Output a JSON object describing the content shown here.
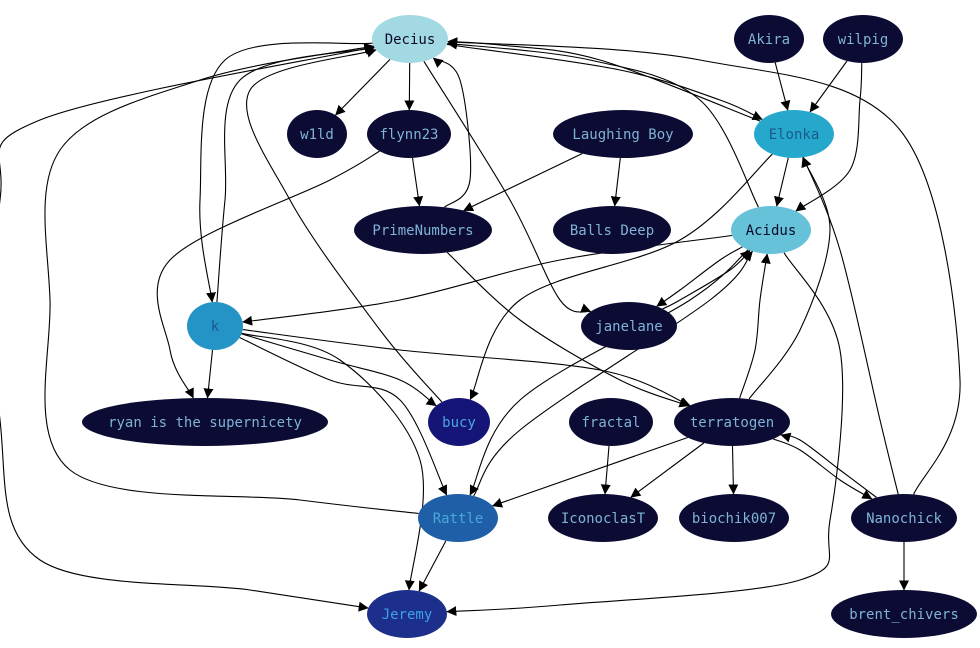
{
  "graph": {
    "nodes": [
      {
        "id": "decius",
        "label": "Decius",
        "fill": "#a3d9e3",
        "text_color": "#0a0a2a"
      },
      {
        "id": "akira",
        "label": "Akira",
        "fill": "#0b0b33",
        "text_color": "#7fb3d5"
      },
      {
        "id": "wilpig",
        "label": "wilpig",
        "fill": "#0b0b33",
        "text_color": "#7fb3d5"
      },
      {
        "id": "elonka",
        "label": "Elonka",
        "fill": "#26a8cc",
        "text_color": "#1a5a8a"
      },
      {
        "id": "w1ld",
        "label": "w1ld",
        "fill": "#0b0b33",
        "text_color": "#7fb3d5"
      },
      {
        "id": "flynn23",
        "label": "flynn23",
        "fill": "#0b0b33",
        "text_color": "#7fb3d5"
      },
      {
        "id": "laughing_boy",
        "label": "Laughing Boy",
        "fill": "#0b0b33",
        "text_color": "#7fb3d5"
      },
      {
        "id": "primenumbers",
        "label": "PrimeNumbers",
        "fill": "#0b0b33",
        "text_color": "#7fb3d5"
      },
      {
        "id": "balls_deep",
        "label": "Balls Deep",
        "fill": "#0b0b33",
        "text_color": "#7fb3d5"
      },
      {
        "id": "acidus",
        "label": "Acidus",
        "fill": "#66c2d9",
        "text_color": "#0a0a2a"
      },
      {
        "id": "k",
        "label": "k",
        "fill": "#2394c5",
        "text_color": "#1a5a8a"
      },
      {
        "id": "janelane",
        "label": "janelane",
        "fill": "#0b0b33",
        "text_color": "#7fb3d5"
      },
      {
        "id": "ryan",
        "label": "ryan is the supernicety",
        "fill": "#0b0b33",
        "text_color": "#7fb3d5"
      },
      {
        "id": "bucy",
        "label": "bucy",
        "fill": "#151578",
        "text_color": "#4aa8e0"
      },
      {
        "id": "fractal",
        "label": "fractal",
        "fill": "#0b0b33",
        "text_color": "#7fb3d5"
      },
      {
        "id": "terratogen",
        "label": "terratogen",
        "fill": "#0b0b33",
        "text_color": "#7fb3d5"
      },
      {
        "id": "rattle",
        "label": "Rattle",
        "fill": "#1f5fa8",
        "text_color": "#4aa8d8"
      },
      {
        "id": "iconoclast",
        "label": "IconoclasT",
        "fill": "#0b0b33",
        "text_color": "#7fb3d5"
      },
      {
        "id": "biochik007",
        "label": "biochik007",
        "fill": "#0b0b33",
        "text_color": "#7fb3d5"
      },
      {
        "id": "nanochick",
        "label": "Nanochick",
        "fill": "#0b0b33",
        "text_color": "#7fb3d5"
      },
      {
        "id": "jeremy",
        "label": "Jeremy",
        "fill": "#1c2f8a",
        "text_color": "#3fa0e8"
      },
      {
        "id": "brent_chivers",
        "label": "brent_chivers",
        "fill": "#0b0b33",
        "text_color": "#7fb3d5"
      }
    ],
    "edges": [
      {
        "from": "decius",
        "to": "w1ld"
      },
      {
        "from": "decius",
        "to": "flynn23"
      },
      {
        "from": "decius",
        "to": "janelane"
      },
      {
        "from": "decius",
        "to": "elonka"
      },
      {
        "from": "decius",
        "to": "k"
      },
      {
        "from": "decius",
        "to": "jeremy"
      },
      {
        "from": "akira",
        "to": "elonka"
      },
      {
        "from": "wilpig",
        "to": "elonka"
      },
      {
        "from": "wilpig",
        "to": "acidus"
      },
      {
        "from": "elonka",
        "to": "decius"
      },
      {
        "from": "elonka",
        "to": "acidus"
      },
      {
        "from": "elonka",
        "to": "bucy"
      },
      {
        "from": "flynn23",
        "to": "primenumbers"
      },
      {
        "from": "flynn23",
        "to": "ryan"
      },
      {
        "from": "laughing_boy",
        "to": "primenumbers"
      },
      {
        "from": "laughing_boy",
        "to": "balls_deep"
      },
      {
        "from": "primenumbers",
        "to": "decius"
      },
      {
        "from": "primenumbers",
        "to": "terratogen"
      },
      {
        "from": "acidus",
        "to": "decius"
      },
      {
        "from": "acidus",
        "to": "k"
      },
      {
        "from": "acidus",
        "to": "janelane"
      },
      {
        "from": "acidus",
        "to": "rattle"
      },
      {
        "from": "acidus",
        "to": "jeremy"
      },
      {
        "from": "janelane",
        "to": "acidus"
      },
      {
        "from": "k",
        "to": "decius"
      },
      {
        "from": "k",
        "to": "ryan"
      },
      {
        "from": "k",
        "to": "bucy"
      },
      {
        "from": "k",
        "to": "terratogen"
      },
      {
        "from": "k",
        "to": "rattle"
      },
      {
        "from": "k",
        "to": "jeremy"
      },
      {
        "from": "bucy",
        "to": "decius"
      },
      {
        "from": "fractal",
        "to": "iconoclast"
      },
      {
        "from": "terratogen",
        "to": "elonka"
      },
      {
        "from": "terratogen",
        "to": "acidus"
      },
      {
        "from": "terratogen",
        "to": "rattle"
      },
      {
        "from": "terratogen",
        "to": "iconoclast"
      },
      {
        "from": "terratogen",
        "to": "biochik007"
      },
      {
        "from": "terratogen",
        "to": "nanochick"
      },
      {
        "from": "nanochick",
        "to": "terratogen"
      },
      {
        "from": "nanochick",
        "to": "elonka"
      },
      {
        "from": "nanochick",
        "to": "decius"
      },
      {
        "from": "nanochick",
        "to": "brent_chivers"
      },
      {
        "from": "rattle",
        "to": "decius"
      },
      {
        "from": "rattle",
        "to": "acidus"
      },
      {
        "from": "rattle",
        "to": "jeremy"
      }
    ]
  }
}
